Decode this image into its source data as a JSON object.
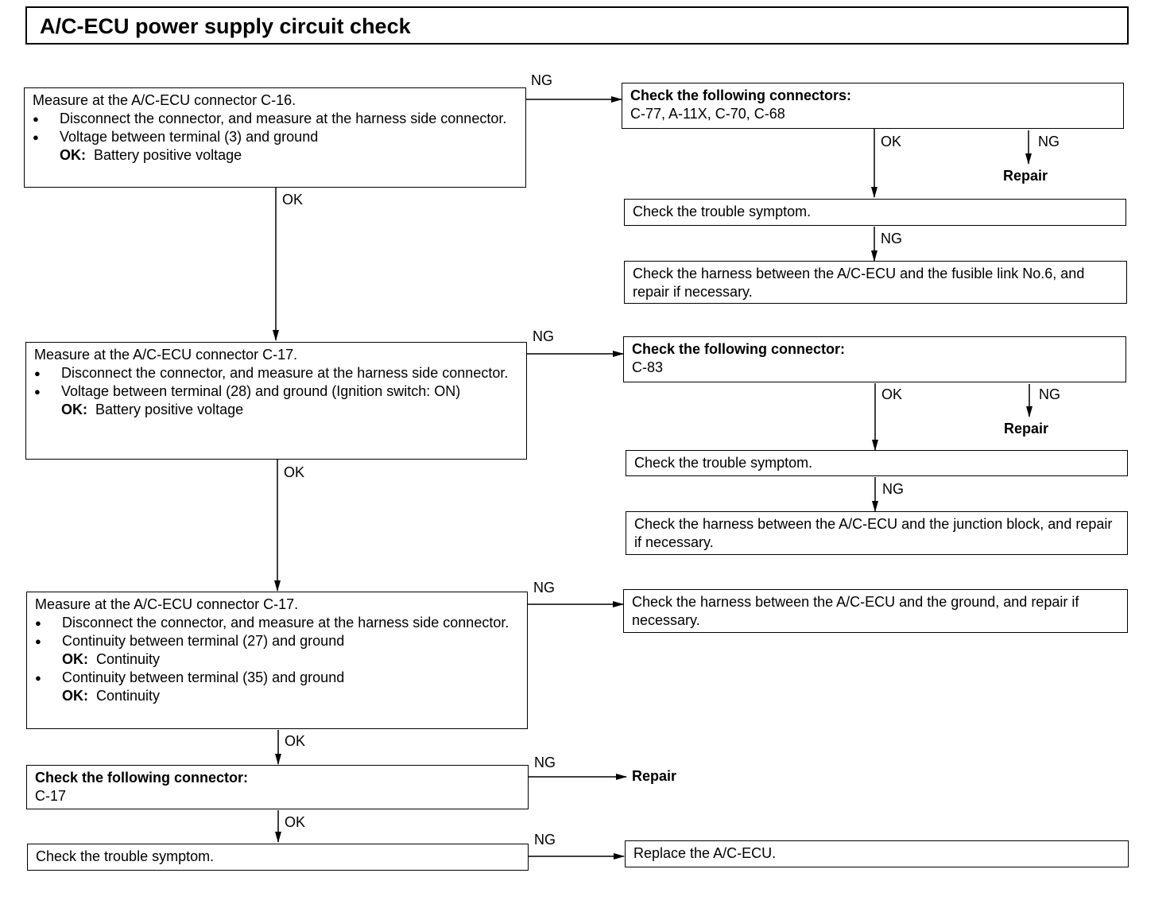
{
  "title": "A/C-ECU power supply circuit check",
  "labels": {
    "ok": "OK",
    "ng": "NG",
    "repair": "Repair",
    "ok_prefix": "OK:"
  },
  "step1": {
    "heading": "Measure at the A/C-ECU connector C-16.",
    "bullets": [
      "Disconnect the connector, and measure at the harness side connector.",
      "Voltage between terminal (3) and ground"
    ],
    "ok_value": "Battery positive voltage"
  },
  "step1_ng": {
    "heading": "Check the following connectors:",
    "detail": "C-77, A-11X, C-70, C-68",
    "symptom": "Check the trouble symptom.",
    "harness": "Check the harness between the A/C-ECU and the fusible link No.6, and repair if necessary."
  },
  "step2": {
    "heading": "Measure at the A/C-ECU connector C-17.",
    "bullets": [
      "Disconnect the connector, and measure at the harness side connector.",
      "Voltage between terminal (28) and ground (Ignition switch: ON)"
    ],
    "ok_value": "Battery positive voltage"
  },
  "step2_ng": {
    "heading": "Check the following connector:",
    "detail": "C-83",
    "symptom": "Check the trouble symptom.",
    "harness": "Check the harness between the A/C-ECU and the junction block, and repair if necessary."
  },
  "step3": {
    "heading": "Measure at the A/C-ECU connector C-17.",
    "bullets": [
      "Disconnect the connector, and measure at the harness side connector.",
      "Continuity between terminal (27) and ground",
      "Continuity between terminal (35) and ground"
    ],
    "ok_value": "Continuity"
  },
  "step3_ng": {
    "text": "Check the harness between the A/C-ECU and the ground, and repair if necessary."
  },
  "step4": {
    "heading": "Check the following connector:",
    "detail": "C-17"
  },
  "step5": {
    "text": "Check the trouble symptom."
  },
  "step5_ng": {
    "text": "Replace the A/C-ECU."
  }
}
